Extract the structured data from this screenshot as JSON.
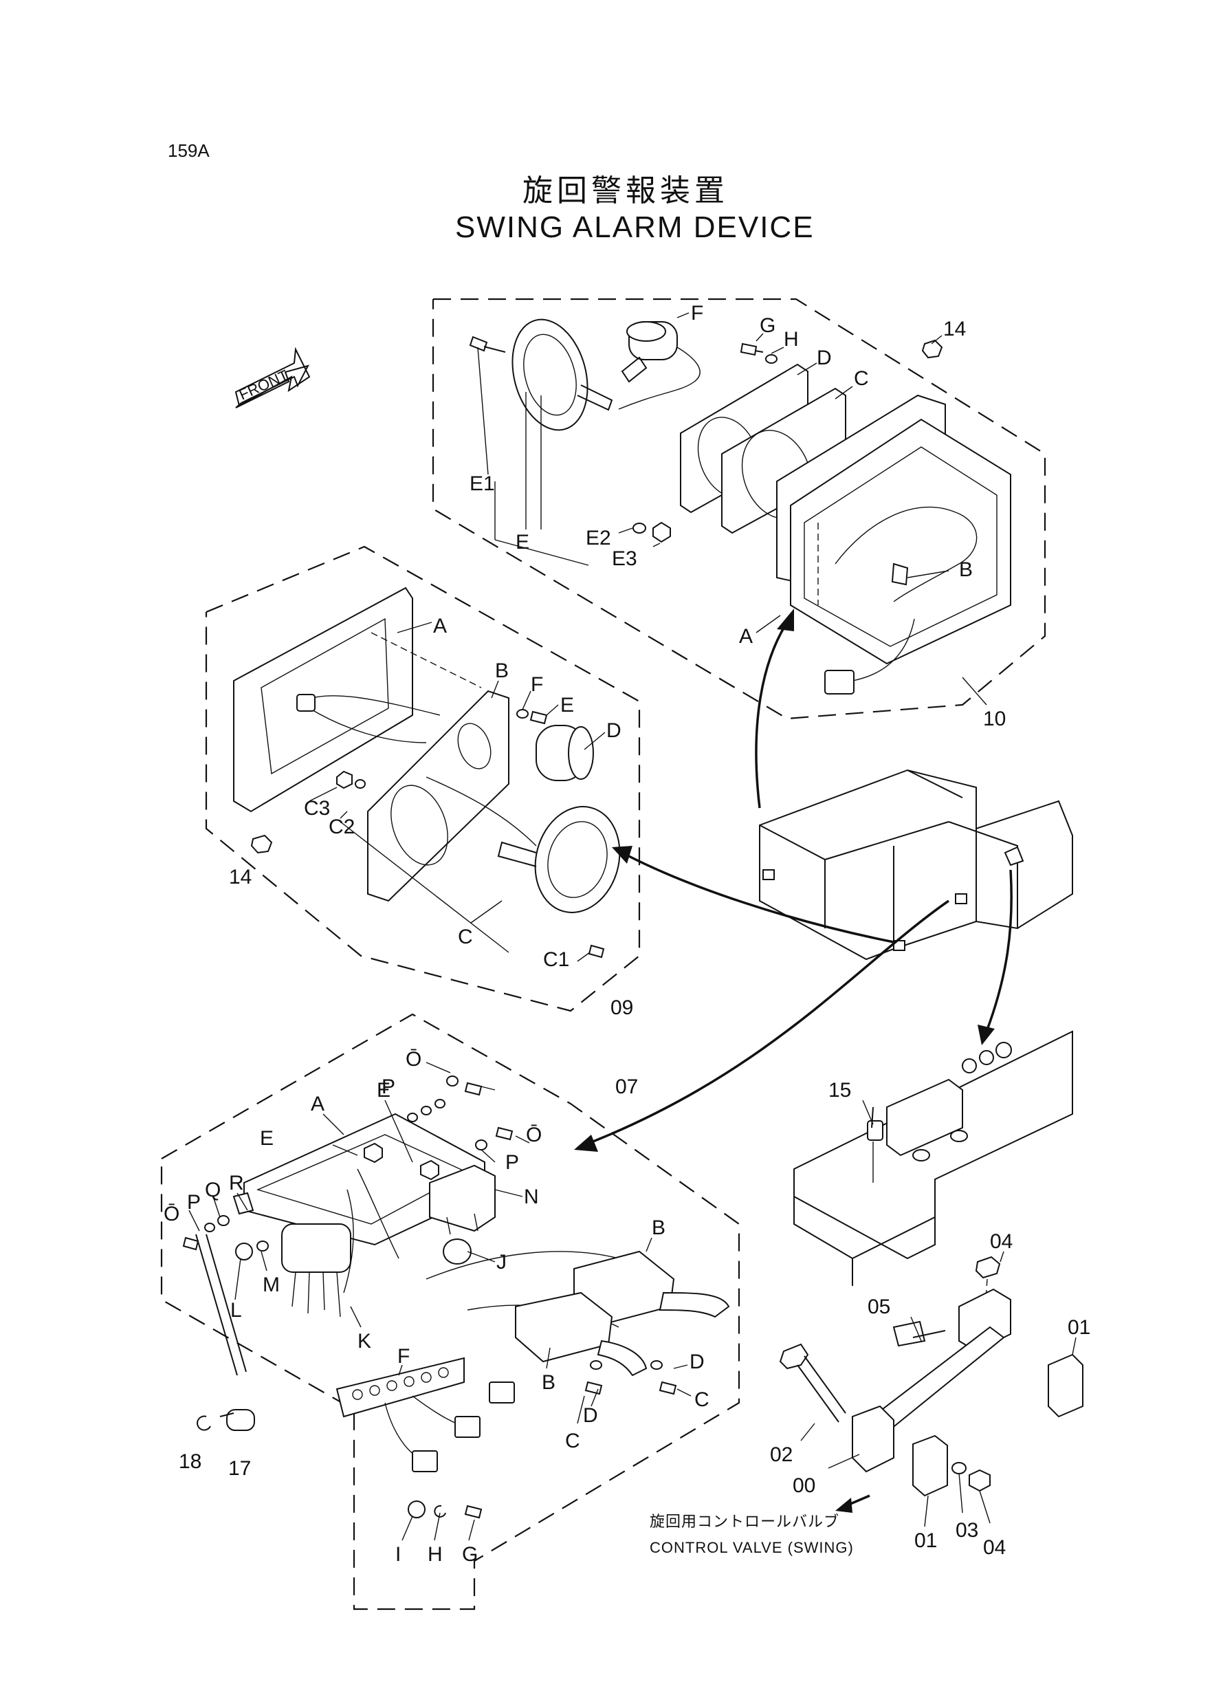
{
  "page_number": "159A",
  "title_jp": "旋回警報装置",
  "title_en": "SWING ALARM DEVICE",
  "front_tag": "FRONT",
  "note": {
    "jp": "旋回用コントロールバルブ",
    "en": "CONTROL VALVE (SWING)"
  },
  "assembly_10": {
    "group": "10",
    "labels": {
      "F": "F",
      "G": "G",
      "H": "H",
      "D": "D",
      "C": "C",
      "p14": "14",
      "E1": "E1",
      "E": "E",
      "E2": "E2",
      "E3": "E3",
      "A": "A",
      "B": "B"
    }
  },
  "assembly_09": {
    "group": "09",
    "labels": {
      "A": "A",
      "B": "B",
      "F": "F",
      "E": "E",
      "D": "D",
      "C3": "C3",
      "C2": "C2",
      "p14": "14",
      "C": "C",
      "C1": "C1"
    }
  },
  "assembly_07": {
    "group": "07",
    "labels": {
      "O1": "Ō",
      "P1": "P",
      "O2": "Ō",
      "P2": "P",
      "E1": "E",
      "A": "A",
      "E2": "E",
      "R": "R",
      "Q": "Q",
      "P3": "P",
      "O3": "Ō",
      "N": "N",
      "B1": "B",
      "J": "J",
      "M": "M",
      "L": "L",
      "K": "K",
      "F": "F",
      "B2": "B",
      "D1": "D",
      "D2": "D",
      "C1": "C",
      "C2": "C",
      "I": "I",
      "H": "H",
      "G": "G"
    }
  },
  "loose_parts": {
    "p18": "18",
    "p17": "17",
    "p15": "15",
    "p04a": "04",
    "p05": "05",
    "p01a": "01",
    "p02": "02",
    "p00": "00",
    "p01b": "01",
    "p03": "03",
    "p04b": "04"
  }
}
